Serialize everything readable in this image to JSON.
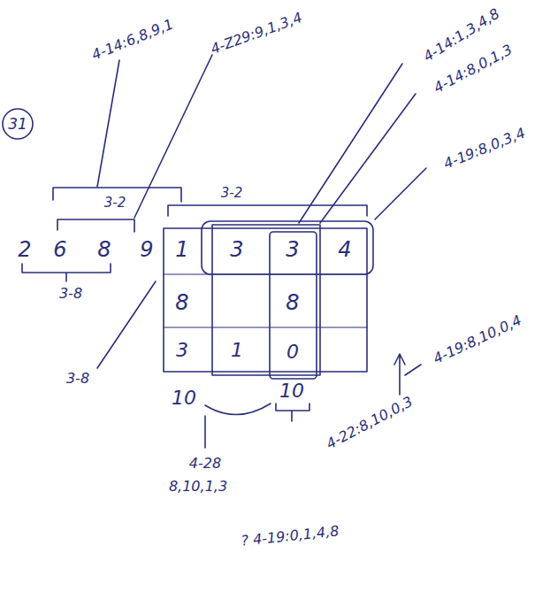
{
  "diagram": {
    "labels": [
      "31",
      "4-14:6,8,9,1",
      "4-Z29:9,1,3,4",
      "4-14:1,3,4,8",
      "4-14:8,0,1,3",
      "4-19:8,0,3,4",
      "3-2",
      "3-2",
      "2",
      "6",
      "8",
      "9",
      "1",
      "3",
      "3",
      "4",
      "8",
      "8",
      "3",
      "1",
      "0",
      "3-8",
      "3-8",
      "10",
      "10",
      "4-19:8,10,0,4",
      "4-22:8,10,0,3",
      "4-28",
      "8,10,1,3",
      "? 4-19:0,1,4,8"
    ]
  }
}
